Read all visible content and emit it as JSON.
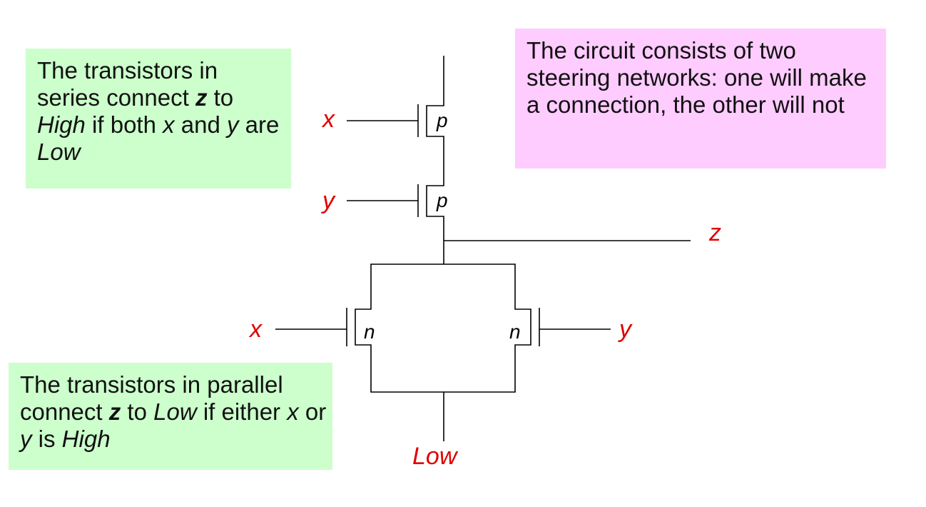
{
  "colors": {
    "green_box": "#ccffcc",
    "pink_box": "#ffccff",
    "signal_red": "#e00000",
    "text": "#111111",
    "wire": "#000000"
  },
  "notes": {
    "series": {
      "p1": "The transistors in series connect ",
      "z": "z",
      "p2": " to ",
      "high": "High",
      "p3": " if both ",
      "x": "x",
      "p4": " and ",
      "y": "y",
      "p5": " are ",
      "low": "Low"
    },
    "steering": {
      "text": "The circuit consists of two steering networks: one will make a connection, the other will not"
    },
    "parallel": {
      "p1": "The transistors in parallel connect ",
      "z": "z",
      "p2": " to ",
      "low": "Low",
      "p3": " if either ",
      "x": "x",
      "p4": " or ",
      "y": "y",
      "p5": " is ",
      "high": "High"
    }
  },
  "circuit": {
    "signals": {
      "x_top": "x",
      "y_top": "y",
      "z_out": "z",
      "x_bottom": "x",
      "y_bottom": "y",
      "low_rail": "Low"
    },
    "transistors": {
      "p_top": "p",
      "p_second": "p",
      "n_left": "n",
      "n_right": "n"
    }
  }
}
